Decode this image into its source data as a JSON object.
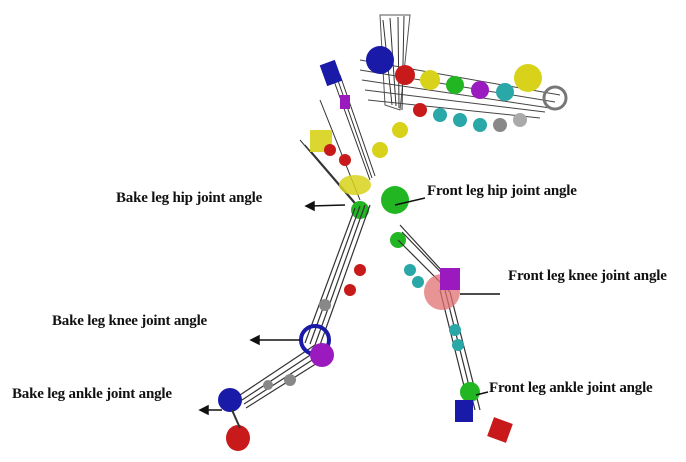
{
  "labels": {
    "back_hip": "Bake leg hip joint angle",
    "front_hip": "Front leg hip joint angle",
    "front_knee": "Front leg knee joint angle",
    "back_knee": "Bake leg knee joint angle",
    "back_ankle": "Bake leg ankle joint angle",
    "front_ankle": "Front leg ankle joint angle"
  },
  "colors": {
    "text": "#111111",
    "arrow": "#111111",
    "skeleton": "#222222",
    "wire": "#555555",
    "joint_blue": "#1a1aa8",
    "joint_purple": "#9a1ac0",
    "joint_green": "#22b722",
    "joint_red": "#c81a1a",
    "joint_cyan": "#2aa7a7",
    "joint_yellow": "#d8d21a",
    "joint_pink": "#e07070"
  }
}
